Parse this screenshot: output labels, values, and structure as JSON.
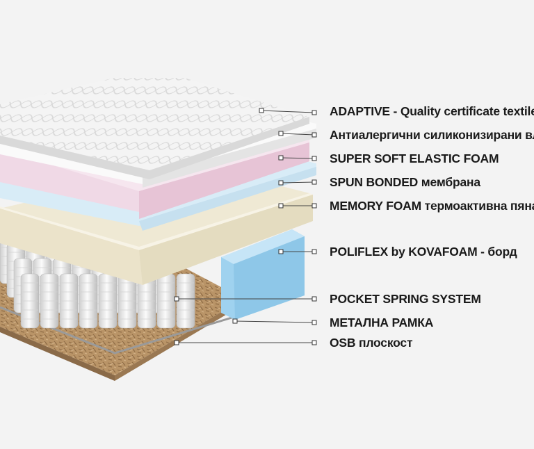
{
  "colors": {
    "background": "#f3f3f3",
    "cover": "#f4f4f4",
    "pink_foam": "#f0d9e6",
    "blue_layer": "#d8ecf7",
    "memory_foam": "#efe9d4",
    "side_foam": "#9fd2ef",
    "springs": "#e6e6e6",
    "osb": "#b99467",
    "leader": "#444444"
  },
  "callouts": [
    {
      "id": "adaptive",
      "icon": "square-marker-icon",
      "text": "ADAPTIVE - Quality certificate textile"
    },
    {
      "id": "silicone",
      "icon": "square-marker-icon",
      "text": "Антиалергични силиконизирани влакна"
    },
    {
      "id": "super-soft",
      "icon": "square-marker-icon",
      "text": "SUPER SOFT ELASTIC FOAM"
    },
    {
      "id": "spun-bonded",
      "icon": "square-marker-icon",
      "text": "SPUN BONDED мембрана"
    },
    {
      "id": "memory-foam",
      "icon": "square-marker-icon",
      "text": "MEMORY FOAM термоактивна пяна"
    },
    {
      "id": "poliflex",
      "icon": "square-marker-icon",
      "text": "POLIFLEX by KOVAFOAM - борд"
    },
    {
      "id": "pocket-spring",
      "icon": "square-marker-icon",
      "text": "POCKET SPRING SYSTEM"
    },
    {
      "id": "frame",
      "icon": "square-marker-icon",
      "text": "МЕТАЛНА РАМКА"
    },
    {
      "id": "osb",
      "icon": "square-marker-icon",
      "text": "OSB плоскост"
    }
  ]
}
